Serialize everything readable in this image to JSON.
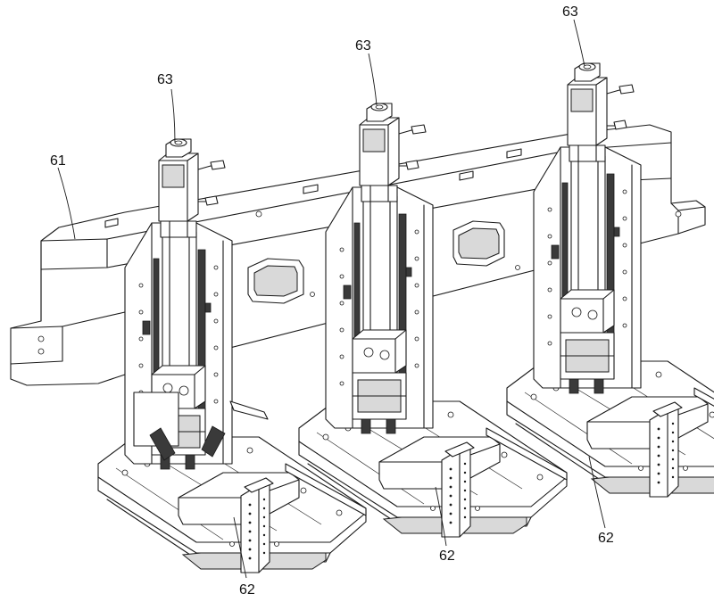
{
  "labels": {
    "frame": "61",
    "stage_left": "62",
    "stage_middle": "62",
    "stage_right": "62",
    "motor_left": "63",
    "motor_middle": "63",
    "motor_right": "63"
  }
}
